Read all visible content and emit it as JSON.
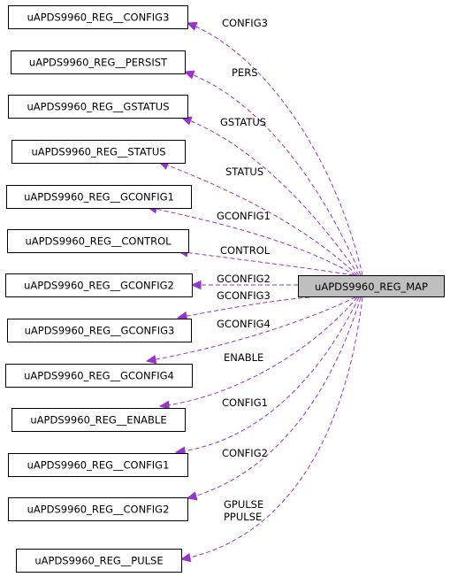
{
  "diagram": {
    "edge_color": "#9a32cd",
    "root": {
      "label": "uAPDS9960_REG_MAP"
    },
    "nodes": [
      {
        "label": "uAPDS9960_REG__CONFIG3",
        "edge": [
          "CONFIG3"
        ]
      },
      {
        "label": "uAPDS9960_REG__PERSIST",
        "edge": [
          "PERS"
        ]
      },
      {
        "label": "uAPDS9960_REG__GSTATUS",
        "edge": [
          "GSTATUS"
        ]
      },
      {
        "label": "uAPDS9960_REG__STATUS",
        "edge": [
          "STATUS"
        ]
      },
      {
        "label": "uAPDS9960_REG__GCONFIG1",
        "edge": [
          "GCONFIG1"
        ]
      },
      {
        "label": "uAPDS9960_REG__CONTROL",
        "edge": [
          "CONTROL"
        ]
      },
      {
        "label": "uAPDS9960_REG__GCONFIG2",
        "edge": [
          "GCONFIG2"
        ]
      },
      {
        "label": "uAPDS9960_REG__GCONFIG3",
        "edge": [
          "GCONFIG3"
        ]
      },
      {
        "label": "uAPDS9960_REG__GCONFIG4",
        "edge": [
          "GCONFIG4"
        ]
      },
      {
        "label": "uAPDS9960_REG__ENABLE",
        "edge": [
          "ENABLE"
        ]
      },
      {
        "label": "uAPDS9960_REG__CONFIG1",
        "edge": [
          "CONFIG1"
        ]
      },
      {
        "label": "uAPDS9960_REG__CONFIG2",
        "edge": [
          "CONFIG2"
        ]
      },
      {
        "label": "uAPDS9960_REG__PULSE",
        "edge": [
          "GPULSE",
          "PPULSE"
        ]
      }
    ]
  }
}
